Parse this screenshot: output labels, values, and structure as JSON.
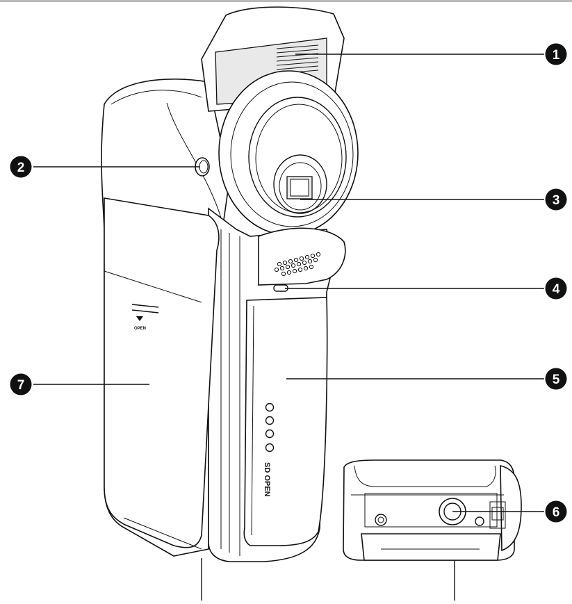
{
  "diagram": {
    "callouts": [
      "1",
      "2",
      "3",
      "4",
      "5",
      "6",
      "7"
    ],
    "labels": {
      "battery_cover_open": "OPEN",
      "sd_cover_open": "SD OPEN"
    },
    "colors": {
      "ink": "#111111",
      "paper": "#ffffff",
      "top_border": "#b9b9b9"
    }
  }
}
